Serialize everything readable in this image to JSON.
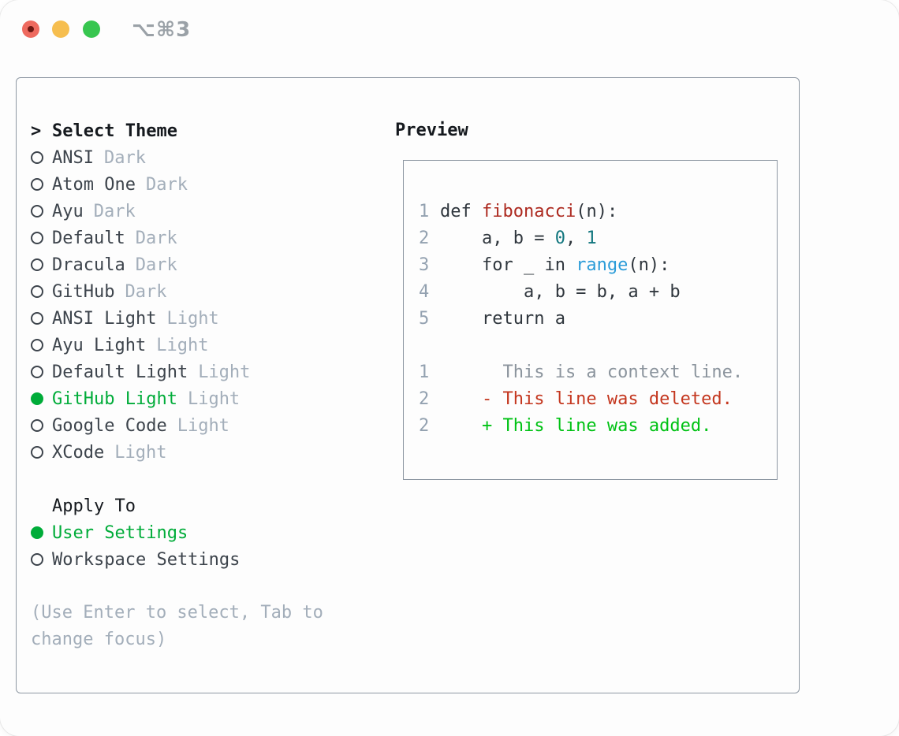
{
  "titlebar": {
    "shortcut": "⌥⌘3"
  },
  "colors": {
    "accent_green": "#00ac39",
    "added_green": "#00c214",
    "deleted_red": "#c4371f",
    "function_red": "#ad2a20",
    "number_teal": "#11767e",
    "builtin_blue": "#2b9cd8",
    "muted_gray": "#a3aeba",
    "border_gray": "#8e98a3"
  },
  "theme_list": {
    "prompt": ">",
    "title": "Select Theme",
    "items": [
      {
        "name": "ANSI",
        "tag": "Dark",
        "selected": false
      },
      {
        "name": "Atom One",
        "tag": "Dark",
        "selected": false
      },
      {
        "name": "Ayu",
        "tag": "Dark",
        "selected": false
      },
      {
        "name": "Default",
        "tag": "Dark",
        "selected": false
      },
      {
        "name": "Dracula",
        "tag": "Dark",
        "selected": false
      },
      {
        "name": "GitHub",
        "tag": "Dark",
        "selected": false
      },
      {
        "name": "ANSI Light",
        "tag": "Light",
        "selected": false
      },
      {
        "name": "Ayu Light",
        "tag": "Light",
        "selected": false
      },
      {
        "name": "Default Light",
        "tag": "Light",
        "selected": false
      },
      {
        "name": "GitHub Light",
        "tag": "Light",
        "selected": true
      },
      {
        "name": "Google Code",
        "tag": "Light",
        "selected": false
      },
      {
        "name": "XCode",
        "tag": "Light",
        "selected": false
      }
    ]
  },
  "apply_to": {
    "title": "Apply To",
    "items": [
      {
        "label": "User Settings",
        "selected": true
      },
      {
        "label": "Workspace Settings",
        "selected": false
      }
    ]
  },
  "hint": {
    "line1": "(Use Enter to select, Tab to",
    "line2": "change focus)"
  },
  "preview": {
    "title": "Preview",
    "code_lines": [
      {
        "num": "1",
        "tokens": [
          {
            "t": "def ",
            "c": "plain"
          },
          {
            "t": "fibonacci",
            "c": "fn"
          },
          {
            "t": "(n):",
            "c": "plain"
          }
        ]
      },
      {
        "num": "2",
        "tokens": [
          {
            "t": "    a, b = ",
            "c": "plain"
          },
          {
            "t": "0",
            "c": "num"
          },
          {
            "t": ", ",
            "c": "plain"
          },
          {
            "t": "1",
            "c": "num"
          }
        ]
      },
      {
        "num": "3",
        "tokens": [
          {
            "t": "    for _ in ",
            "c": "plain"
          },
          {
            "t": "range",
            "c": "bi"
          },
          {
            "t": "(n):",
            "c": "plain"
          }
        ]
      },
      {
        "num": "4",
        "tokens": [
          {
            "t": "        a, b = b, a + b",
            "c": "plain"
          }
        ]
      },
      {
        "num": "5",
        "tokens": [
          {
            "t": "    return a",
            "c": "plain"
          }
        ]
      }
    ],
    "diff_lines": [
      {
        "num": "1",
        "tokens": [
          {
            "t": "      This is a context line.",
            "c": "ctx"
          }
        ]
      },
      {
        "num": "2",
        "tokens": [
          {
            "t": "    - This line was deleted.",
            "c": "del"
          }
        ]
      },
      {
        "num": "2",
        "tokens": [
          {
            "t": "    + This line was added.",
            "c": "add"
          }
        ]
      }
    ]
  }
}
